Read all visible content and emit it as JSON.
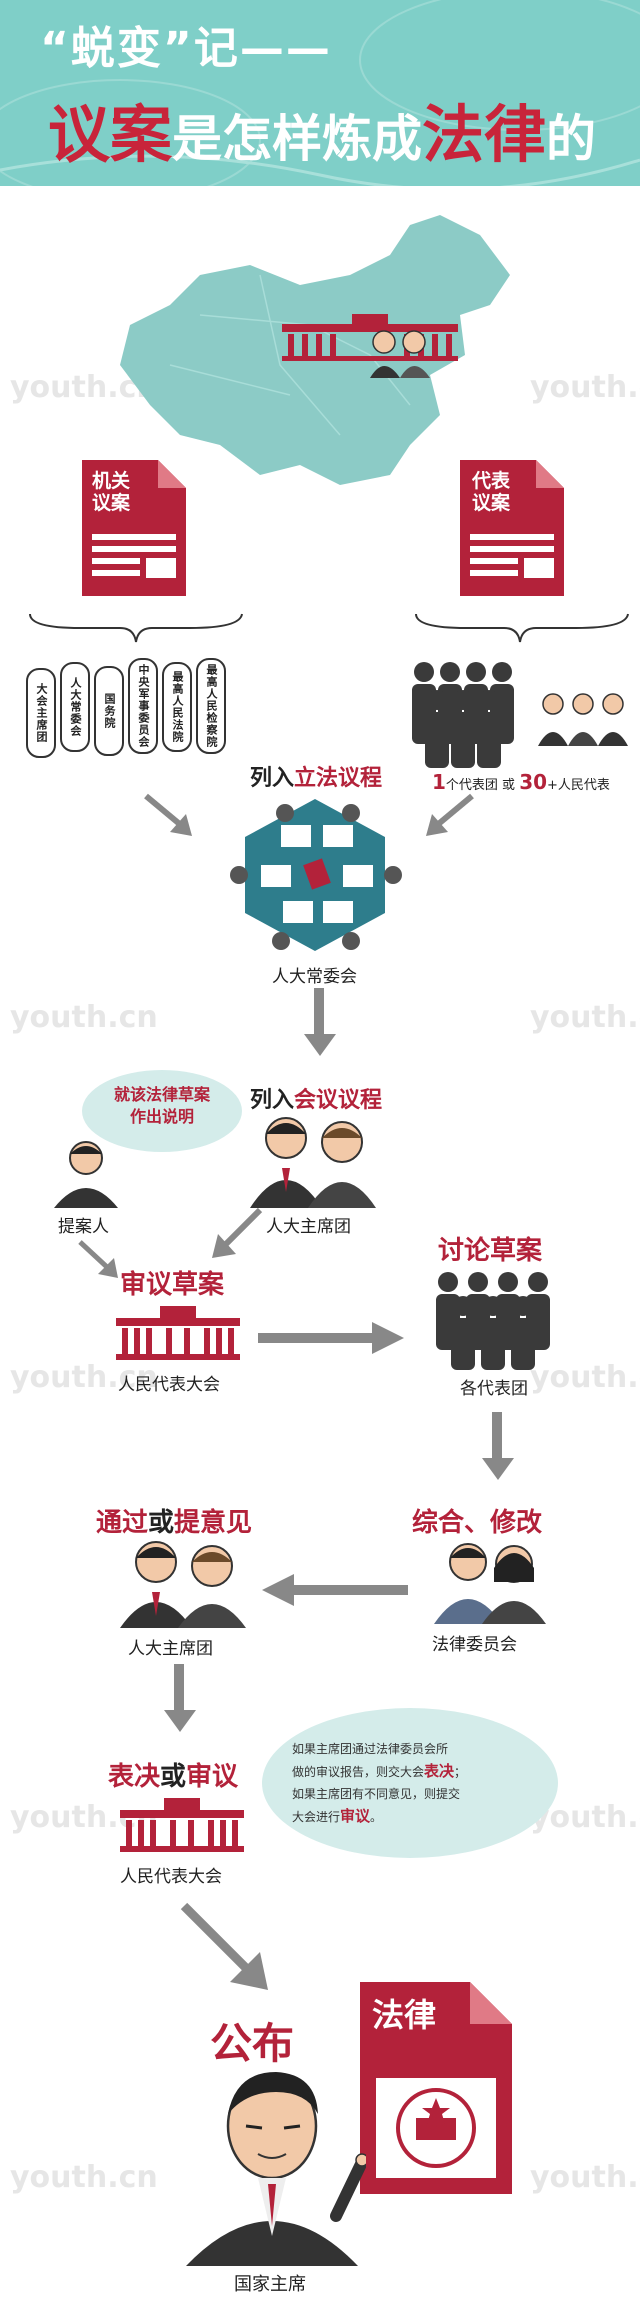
{
  "header": {
    "line1": "“蜕变”记——",
    "line2_part1": "议案",
    "line2_part2": "是怎样炼成",
    "line2_part3": "法律",
    "line2_part4": "的"
  },
  "documents": {
    "left_label_1": "机关",
    "left_label_2": "议案",
    "right_label_1": "代表",
    "right_label_2": "议案"
  },
  "organs": [
    "大会主席团",
    "人大常委会",
    "国务院",
    "中央军事委员会",
    "最高人民法院",
    "最高人民检察院"
  ],
  "delegate_note": {
    "num1": "1",
    "text1": "个代表团 或 ",
    "num2": "30",
    "text2": "+人民代表"
  },
  "step1": {
    "prefix": "列入",
    "highlight": "立法议程",
    "caption": "人大常委会"
  },
  "step2": {
    "prefix": "列入",
    "highlight": "会议议程",
    "caption": "人大主席团"
  },
  "bubble_explain": {
    "line1": "就该法律草案",
    "line2": "作出说明"
  },
  "proposer_caption": "提案人",
  "step3": {
    "title": "审议草案",
    "caption": "人民代表大会"
  },
  "step4": {
    "title": "讨论草案",
    "caption": "各代表团"
  },
  "step5": {
    "title": "综合、修改",
    "caption": "法律委员会"
  },
  "step6": {
    "title_a": "通过",
    "title_or": "或",
    "title_b": "提意见",
    "caption": "人大主席团"
  },
  "step7": {
    "title_a": "表决",
    "title_or": "或",
    "title_b": "审议",
    "caption": "人民代表大会"
  },
  "note": {
    "l1": "如果主席团通过法律委员会所",
    "l2": "做的审议报告，则交大会",
    "l2_bold": "表决",
    "l2_end": "；",
    "l3": "如果主席团有不同意见，则提交",
    "l4": "大会进行",
    "l4_bold": "审议",
    "l4_end": "。"
  },
  "final": {
    "title": "公布",
    "doc_label": "法律",
    "caption": "国家主席"
  },
  "watermark_text": "youth.cn",
  "colors": {
    "accent_red": "#b3223a",
    "header_teal": "#7fcfc8",
    "map_teal": "#8ccbc6",
    "arrow_gray": "#888888"
  }
}
